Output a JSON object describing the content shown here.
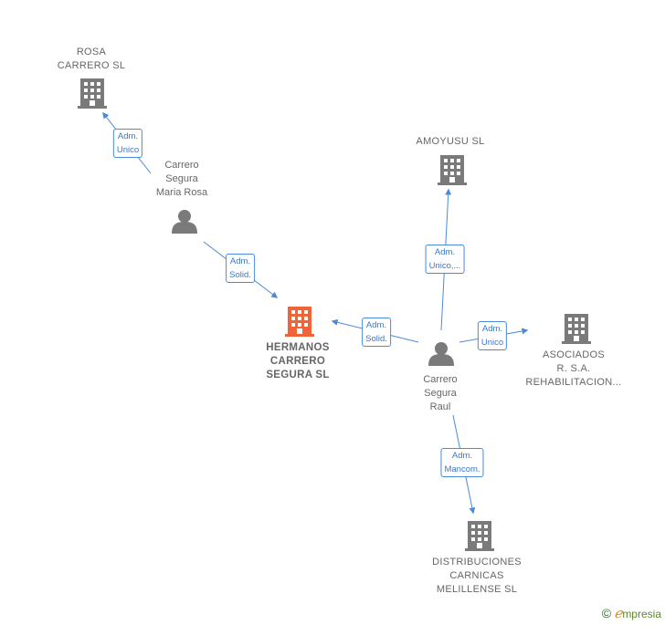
{
  "nodes": {
    "rosa": {
      "lines": [
        "ROSA",
        "CARRERO SL"
      ]
    },
    "maria_rosa": {
      "lines": [
        "Carrero",
        "Segura",
        "Maria Rosa"
      ]
    },
    "amoyusu": {
      "lines": [
        "AMOYUSU  SL"
      ]
    },
    "hermanos": {
      "lines": [
        "HERMANOS",
        "CARRERO",
        "SEGURA  SL"
      ]
    },
    "raul": {
      "lines": [
        "Carrero",
        "Segura",
        "Raul"
      ]
    },
    "asociados": {
      "lines": [
        "ASOCIADOS",
        "R. S.A.",
        "REHABILITACION..."
      ]
    },
    "distribuciones": {
      "lines": [
        "DISTRIBUCIONES",
        "CARNICAS",
        "MELILLENSE SL"
      ]
    }
  },
  "edges": {
    "maria_to_rosa": [
      "Adm.",
      "Unico"
    ],
    "maria_to_hermanos": [
      "Adm.",
      "Solid."
    ],
    "raul_to_hermanos": [
      "Adm.",
      "Solid."
    ],
    "raul_to_amoyusu": [
      "Adm.",
      "Unico,..."
    ],
    "raul_to_asociados": [
      "Adm.",
      "Unico"
    ],
    "raul_to_distribuciones": [
      "Adm.",
      "Mancom."
    ]
  },
  "colors": {
    "edge": "#4a8ad8",
    "company": "#7a7a7a",
    "focus_company": "#f0643a",
    "person": "#7a7a7a"
  },
  "footer": {
    "copyright": "©",
    "brand_e": "ℯ",
    "brand_rest": "mpresia"
  }
}
